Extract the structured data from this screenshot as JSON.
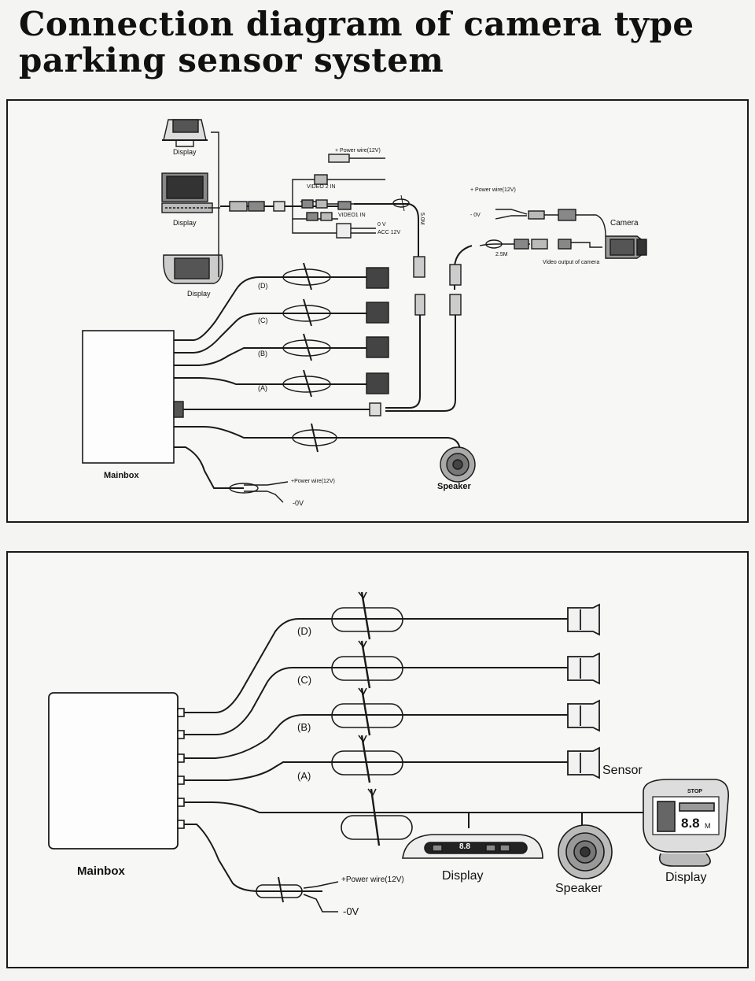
{
  "title": {
    "line1": "Connection diagram of camera type",
    "line2": "parking sensor system"
  },
  "camera_diagram": {
    "displays": [
      "Display",
      "Display",
      "Display"
    ],
    "power_wire_top": "+ Power wire(12V)",
    "video2_in": "VIDEO 2 IN",
    "video1_in": "VIDEO1 IN",
    "zero_v": "0 V",
    "acc_12v": "ACC 12V",
    "cable_5m": "5.0M",
    "cable_2_5m": "2.5M",
    "camera_power_wire": "+ Power wire(12V)",
    "camera_0v": "- 0V",
    "camera_label": "Camera",
    "video_output_label": "Video output of camera",
    "sensor_channels": [
      "(D)",
      "(C)",
      "(B)",
      "(A)"
    ],
    "mainbox_label": "Mainbox",
    "speaker_label": "Speaker",
    "power_wire_label": "+Power wire(12V)",
    "zero_v_label": "-0V"
  },
  "basic_diagram": {
    "sensor_channels": [
      "(D)",
      "(C)",
      "(B)",
      "(A)"
    ],
    "sensor_label": "Sensor",
    "mainbox_label": "Mainbox",
    "power_wire_label": "+Power wire(12V)",
    "zero_v_label": "-0V",
    "bar_display_label": "Display",
    "bar_display_readout": "8.8",
    "speaker_label": "Speaker",
    "lcd_display_label": "Display",
    "lcd_stop_text": "STOP",
    "lcd_readout": "8.8",
    "lcd_unit": "M"
  },
  "colors": {
    "ink": "#1a1a1a",
    "paper": "#f7f7f5"
  }
}
